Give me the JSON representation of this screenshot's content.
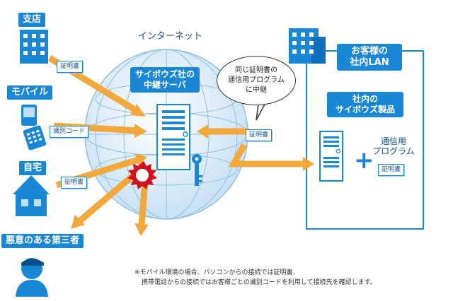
{
  "branch": {
    "label": "支店",
    "doc": "証明書"
  },
  "mobile": {
    "label": "モバイル",
    "doc": "識別コード"
  },
  "home": {
    "label": "自宅",
    "doc": "証明書"
  },
  "attacker": {
    "label": "悪意のある第三者"
  },
  "internet": {
    "label": "インターネット"
  },
  "relay_server": {
    "label_line1": "サイボウズ社の",
    "label_line2": "中継サーバ"
  },
  "bubble": {
    "line1": "同じ証明書の",
    "line2": "通信用プログラム",
    "line3": "に中継"
  },
  "incoming_doc": "証明書",
  "customer_lan": {
    "label_line1": "お客様の",
    "label_line2": "社内LAN"
  },
  "product": {
    "label_line1": "社内の",
    "label_line2": "サイボウズ製品"
  },
  "program": {
    "line1": "通信用",
    "line2": "プログラム",
    "doc": "証明書"
  },
  "plus": "+",
  "footnote": {
    "line1": "※モバイル環境の場合、パソコンからの接続では証明書、",
    "line2": "携帯電話からの接続ではお客様ごとの識別コードを利用して接続先を確認します。"
  },
  "colors": {
    "accent": "#1a86d6",
    "arrow": "#f3a83c",
    "globe": "#dcecf8",
    "danger": "#d0141e"
  }
}
